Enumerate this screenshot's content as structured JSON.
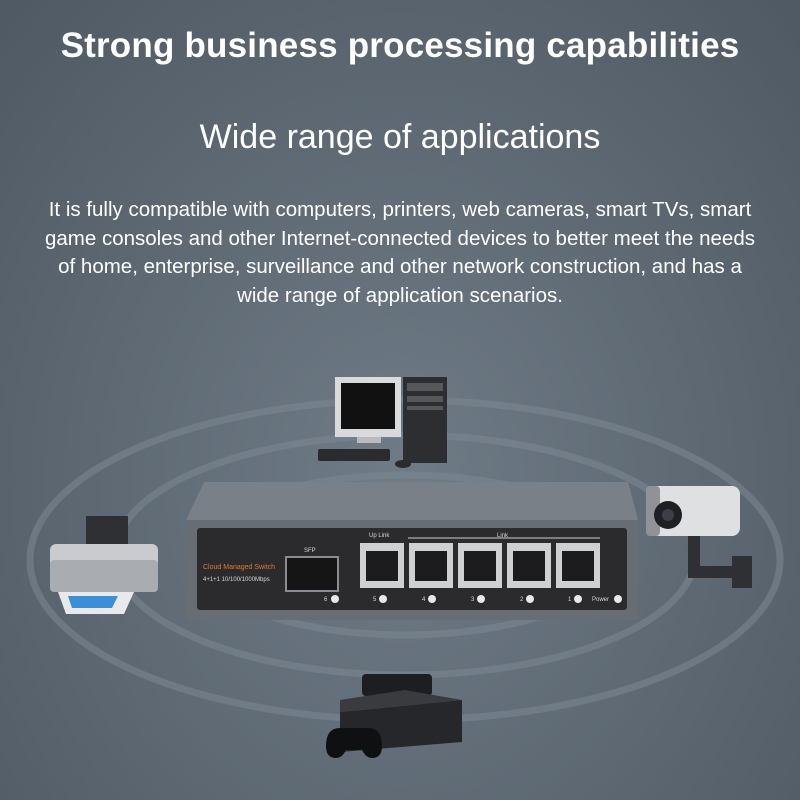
{
  "heading": {
    "title": "Strong business processing capabilities",
    "subtitle": "Wide range of applications",
    "description": "It is fully compatible with computers, printers, web cameras, smart TVs, smart game consoles and other Internet-connected devices to better meet the needs of home, enterprise, surveillance and other network construction, and has a wide range of application scenarios."
  },
  "switch": {
    "model_label": "Cloud Managed Switch",
    "spec_label": "4+1+1 10/100/1000Mbps",
    "sfp_label": "SFP",
    "uplink_label": "Up Link",
    "link_label": "Link",
    "power_label": "Power",
    "port_numbers": [
      "6",
      "5",
      "4",
      "3",
      "2",
      "1"
    ]
  },
  "devices": [
    "desktop-computer",
    "printer",
    "security-camera",
    "game-console"
  ],
  "colors": {
    "background": "#5f6a75",
    "switch_body": "#6e747b",
    "panel": "#2b2a2c",
    "accent": "#e07b2a"
  }
}
